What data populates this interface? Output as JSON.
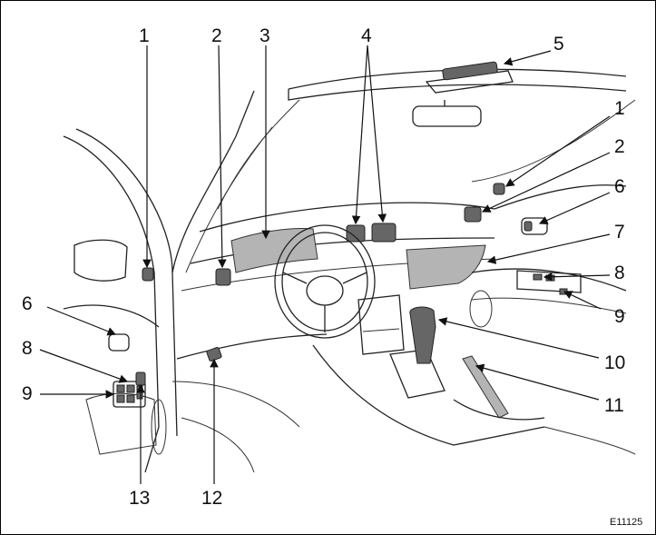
{
  "diagram": {
    "code": "E11125",
    "callouts": [
      {
        "id": "c1-left",
        "label": "1"
      },
      {
        "id": "c2-left",
        "label": "2"
      },
      {
        "id": "c3",
        "label": "3"
      },
      {
        "id": "c4",
        "label": "4"
      },
      {
        "id": "c5",
        "label": "5"
      },
      {
        "id": "c1-right",
        "label": "1"
      },
      {
        "id": "c2-right",
        "label": "2"
      },
      {
        "id": "c6-right",
        "label": "6"
      },
      {
        "id": "c7",
        "label": "7"
      },
      {
        "id": "c8-right",
        "label": "8"
      },
      {
        "id": "c9-right",
        "label": "9"
      },
      {
        "id": "c10",
        "label": "10"
      },
      {
        "id": "c11",
        "label": "11"
      },
      {
        "id": "c6-left",
        "label": "6"
      },
      {
        "id": "c8-left",
        "label": "8"
      },
      {
        "id": "c9-left",
        "label": "9"
      },
      {
        "id": "c13",
        "label": "13"
      },
      {
        "id": "c12",
        "label": "12"
      }
    ]
  }
}
